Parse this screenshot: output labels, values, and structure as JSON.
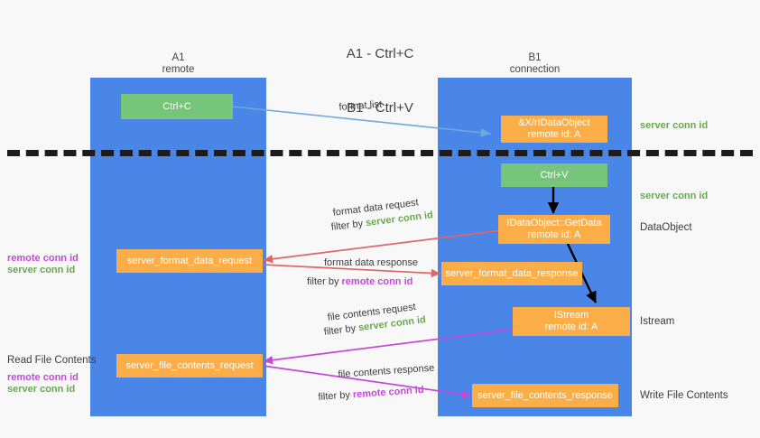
{
  "title": {
    "line1": "A1 - Ctrl+C",
    "line2": "B1 - Ctrl+V"
  },
  "lanes": [
    {
      "id": "a1",
      "name": "A1",
      "role": "remote"
    },
    {
      "id": "b1",
      "name": "B1",
      "role": "connection"
    }
  ],
  "boxes": {
    "ctrl_c": "Ctrl+C",
    "ctrl_v": "Ctrl+V",
    "idataobject": {
      "line1": "&X/rIDataObject",
      "line2": "remote id: A"
    },
    "getdata": {
      "line1": "IDataObject::GetData",
      "line2": "remote id: A"
    },
    "istream": {
      "line1": "IStream",
      "line2": "remote id: A"
    },
    "server_format_data_request": "server_format_data_request",
    "server_format_data_response": "server_format_data_response",
    "server_file_contents_request": "server_file_contents_request",
    "server_file_contents_response": "server_file_contents_response"
  },
  "arrow_labels": {
    "format_list": "format list",
    "format_data_request": "format data request",
    "format_data_request_filter_prefix": "filter by ",
    "format_data_request_filter_value": "server conn id",
    "format_data_response": "format data response",
    "format_data_response_filter_prefix": "filter by ",
    "format_data_response_filter_value": "remote conn id",
    "file_contents_request": "file contents request",
    "file_contents_request_filter_prefix": "filter by ",
    "file_contents_request_filter_value": "server conn id",
    "file_contents_response": "file contents response",
    "file_contents_response_filter_prefix": "filter by ",
    "file_contents_response_filter_value": "remote conn id"
  },
  "side_labels": {
    "right_server_conn_id_top": "server conn id",
    "right_server_conn_id_mid": "server conn id",
    "right_dataobject": "DataObject",
    "right_istream": "Istream",
    "right_write_file_contents": "Write File Contents",
    "left_remote_conn_id_1": "remote conn id",
    "left_server_conn_id_1": "server conn id",
    "left_read_file_contents": "Read File Contents",
    "left_remote_conn_id_2": "remote conn id",
    "left_server_conn_id_2": "server conn id"
  },
  "colors": {
    "lane": "#4a86e8",
    "green_box": "#77c47b",
    "orange_box": "#fbae48",
    "green_text": "#6aa84f",
    "purple_text": "#c14bd8",
    "blue_arrow": "#6fa8dc",
    "red_arrow": "#e06666",
    "magenta_arrow": "#c14bd8",
    "black_arrow": "#000000",
    "background": "#f8f8f8"
  }
}
